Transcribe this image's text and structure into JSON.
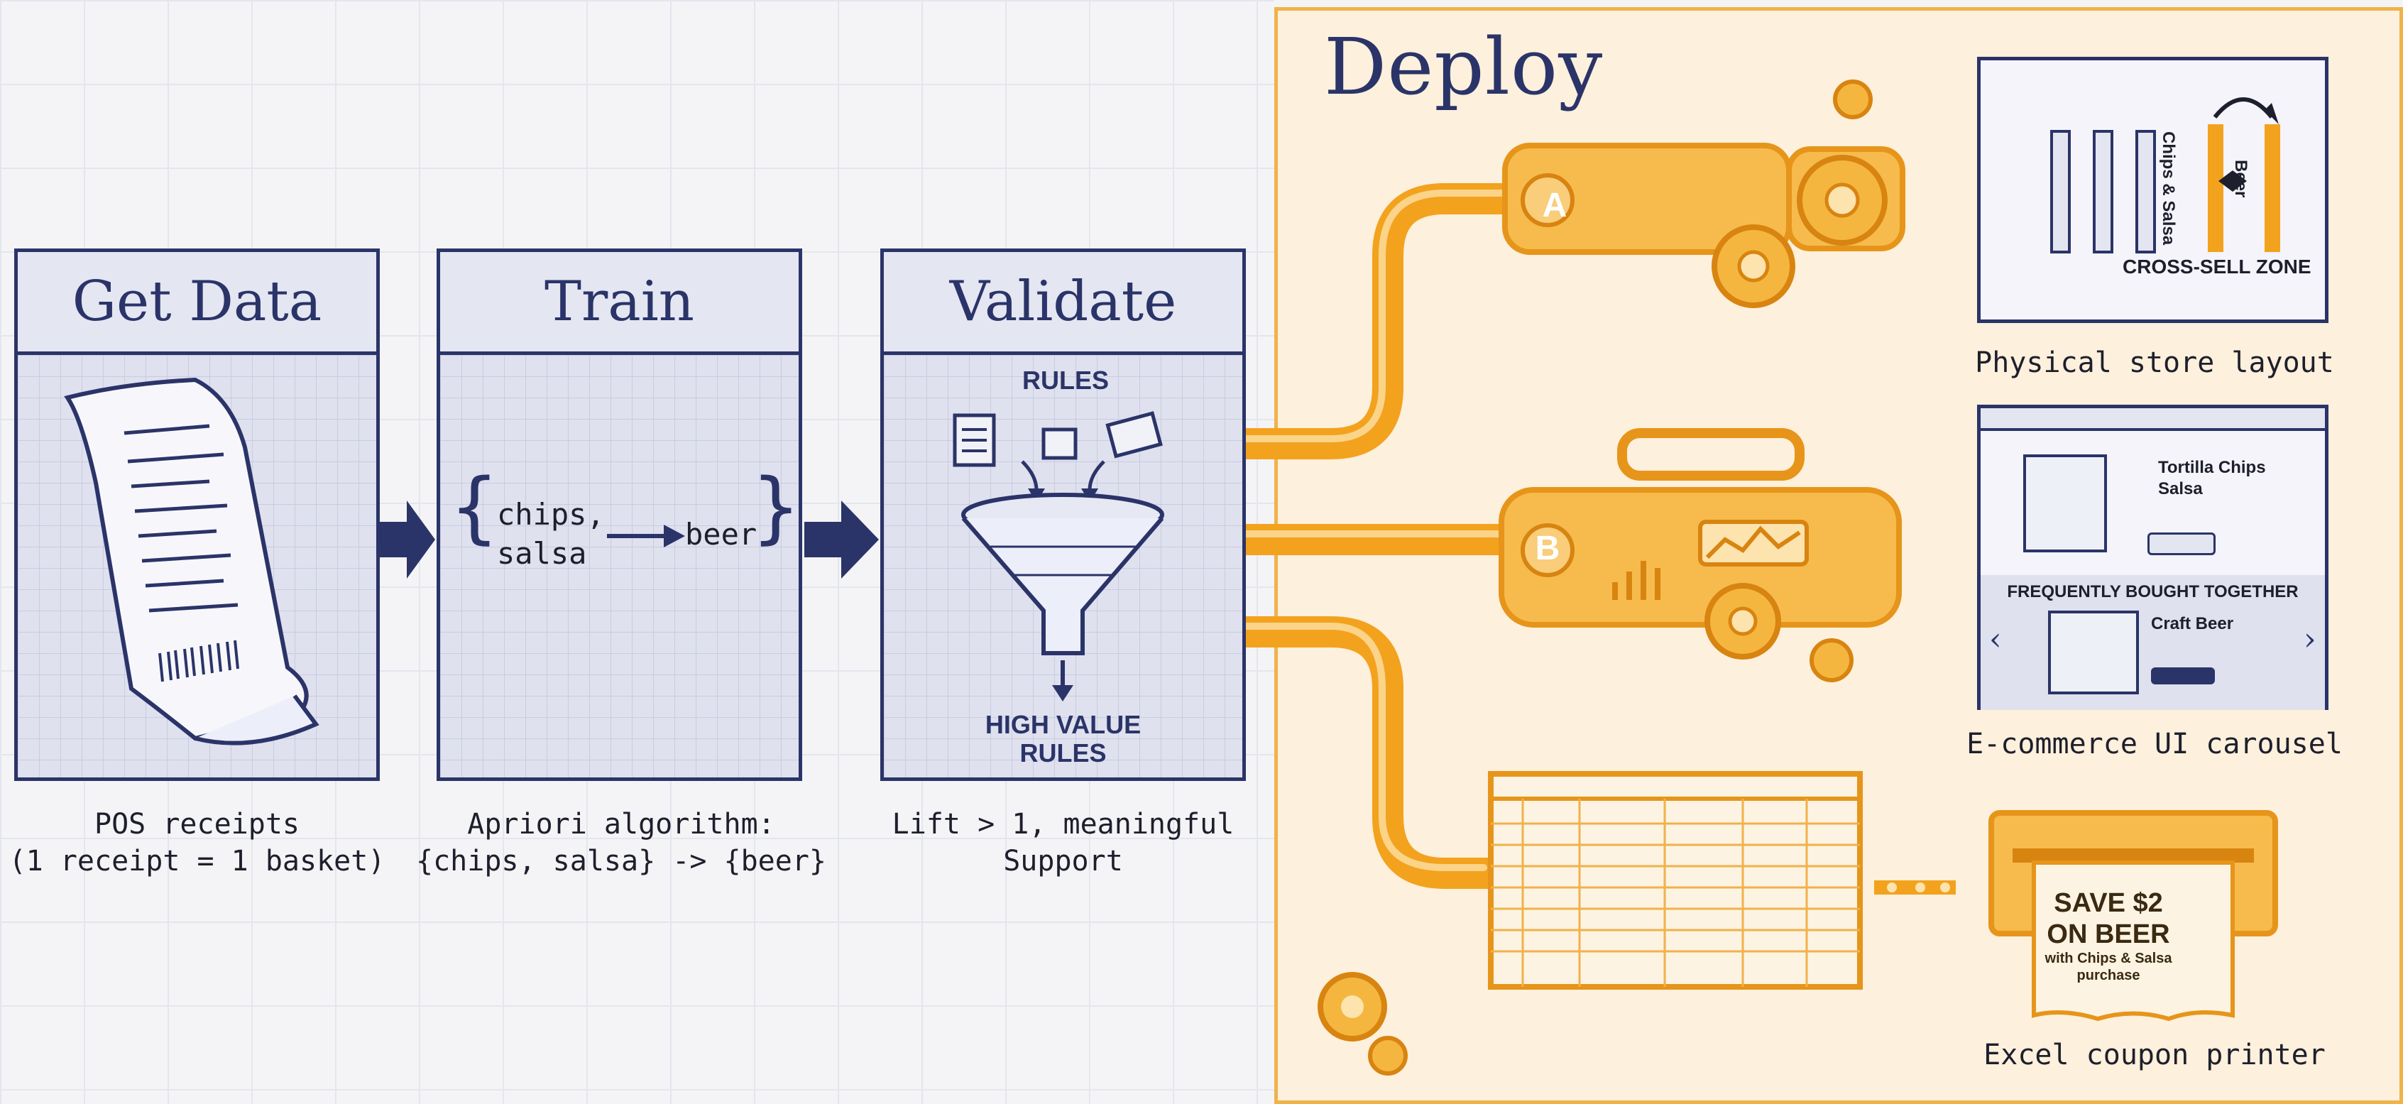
{
  "stages": [
    {
      "title": "Get Data",
      "caption_line1": "POS receipts",
      "caption_line2": "(1 receipt = 1 basket)"
    },
    {
      "title": "Train",
      "caption_line1": "Apriori algorithm:",
      "caption_line2": "{chips, salsa} -> {beer}"
    },
    {
      "title": "Validate",
      "caption_line1": "Lift > 1, meaningful",
      "caption_line2": "Support"
    }
  ],
  "train_rule": {
    "lhs_1": "chips,",
    "lhs_2": "salsa",
    "rhs": "beer"
  },
  "validate": {
    "top_label": "RULES",
    "bottom_label_1": "HIGH VALUE",
    "bottom_label_2": "RULES"
  },
  "deploy": {
    "title": "Deploy",
    "machine_a_badge": "A",
    "machine_b_badge": "B",
    "outputs": [
      {
        "caption": "Physical store layout"
      },
      {
        "caption": "E-commerce UI carousel"
      },
      {
        "caption": "Excel coupon printer"
      }
    ],
    "store_layout": {
      "aisle_1": "Chips & Salsa",
      "aisle_2": "Beer",
      "zone_label": "CROSS-SELL ZONE"
    },
    "carousel": {
      "product_1_line1": "Tortilla Chips",
      "product_1_line2": "Salsa",
      "section_label": "FREQUENTLY BOUGHT TOGETHER",
      "product_2": "Craft Beer"
    },
    "coupon": {
      "line1": "SAVE $2",
      "line2": "ON BEER",
      "line3": "with Chips & Salsa",
      "line4": "purchase"
    }
  },
  "colors": {
    "navy": "#2b3468",
    "orange": "#f3a21e",
    "panel": "#fdf0dc",
    "stage_fill": "#dfe1ef"
  }
}
